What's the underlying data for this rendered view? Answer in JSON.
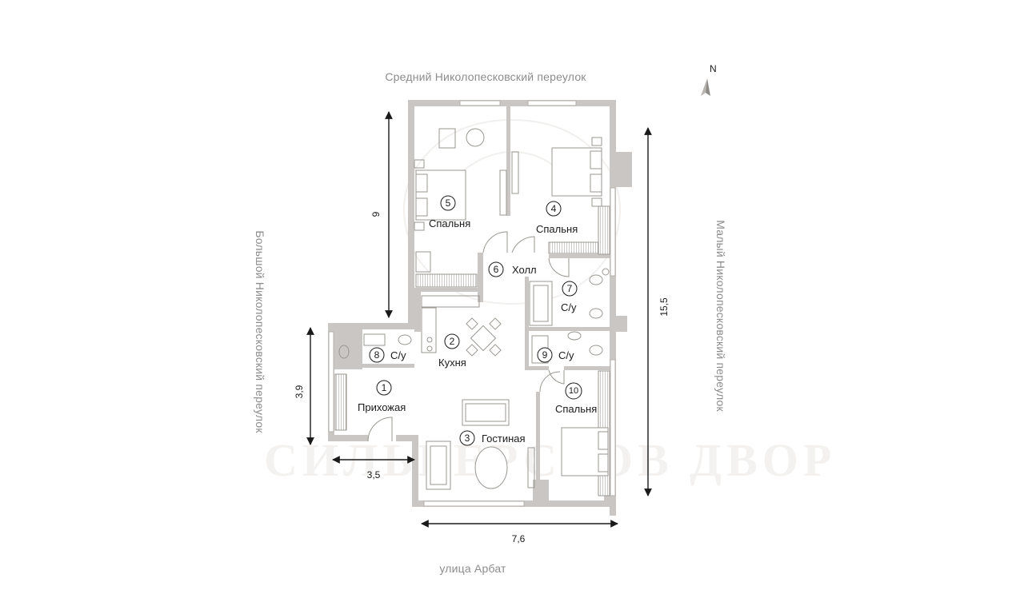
{
  "streets": {
    "top": "Средний Николопесковский переулок",
    "left": "Большой Николопесковский переулок",
    "right": "Малый Николопесковский переулок",
    "bottom": "улица Арбат"
  },
  "compass": {
    "label": "N"
  },
  "rooms": [
    {
      "num": "1",
      "name": "Прихожая"
    },
    {
      "num": "2",
      "name": "Кухня"
    },
    {
      "num": "3",
      "name": "Гостиная"
    },
    {
      "num": "4",
      "name": "Спальня"
    },
    {
      "num": "5",
      "name": "Спальня"
    },
    {
      "num": "6",
      "name": "Холл"
    },
    {
      "num": "7",
      "name": "С/у"
    },
    {
      "num": "8",
      "name": "С/у"
    },
    {
      "num": "9",
      "name": "С/у"
    },
    {
      "num": "10",
      "name": "Спальня"
    }
  ],
  "dimensions": {
    "left_upper": "9",
    "left_lower": "3,9",
    "bottom_left": "3,5",
    "bottom": "7,6",
    "right": "15,5"
  },
  "colors": {
    "wall": "#c9c6c3",
    "furniture": "#9a9792",
    "text": "#1a1a1a",
    "street": "#8c8c8c"
  }
}
